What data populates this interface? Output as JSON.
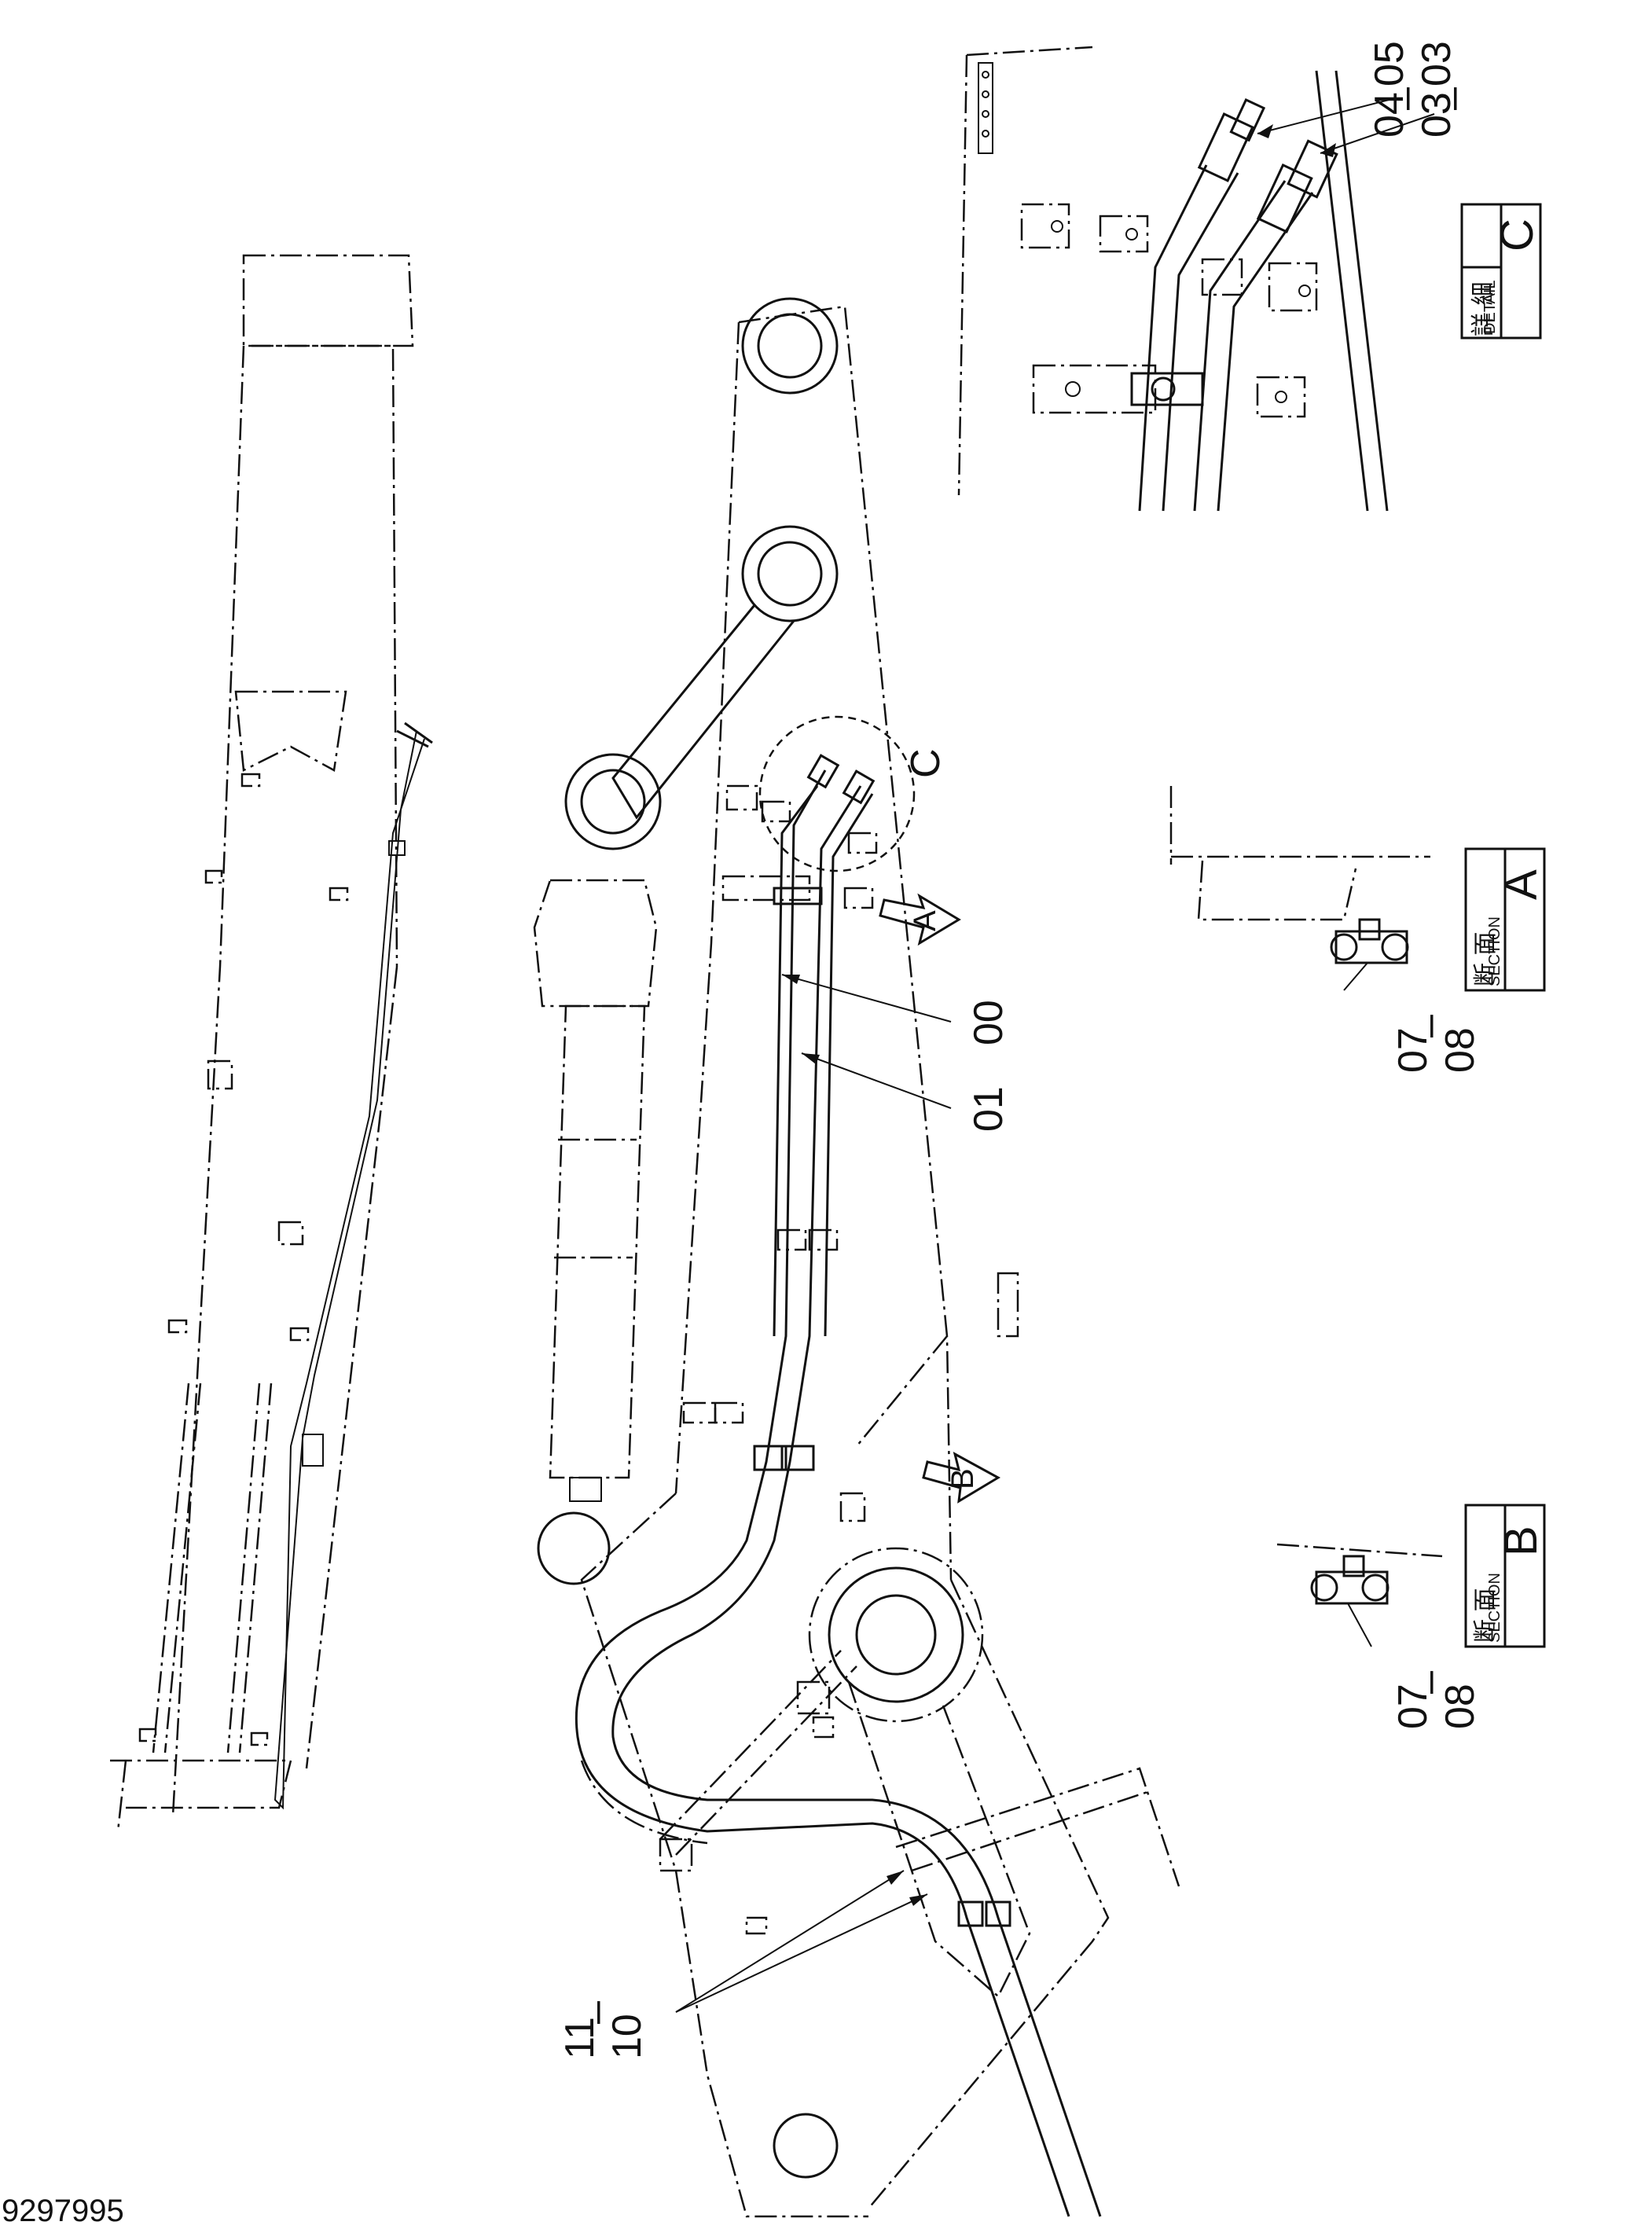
{
  "drawing_number": "9297995",
  "callouts": {
    "c_top_left": "04",
    "c_top_left_sub": "03",
    "c_top_right": "05",
    "c_top_right_sub": "03",
    "hose_a": "00",
    "hose_b": "01",
    "section_a_top": "07",
    "section_a_bottom": "08",
    "section_b_top": "07",
    "section_b_bottom": "08",
    "lower_top": "11",
    "lower_bottom": "10"
  },
  "view_markers": {
    "circle_c": "C",
    "arrow_a": "A",
    "arrow_b": "B"
  },
  "legends": {
    "detail": {
      "cjk": "詳 細",
      "en": "DETAIL",
      "letter": "C"
    },
    "section_a": {
      "cjk": "断 面",
      "en": "SECTION",
      "letter": "A"
    },
    "section_b": {
      "cjk": "断 面",
      "en": "SECTION",
      "letter": "B"
    }
  }
}
